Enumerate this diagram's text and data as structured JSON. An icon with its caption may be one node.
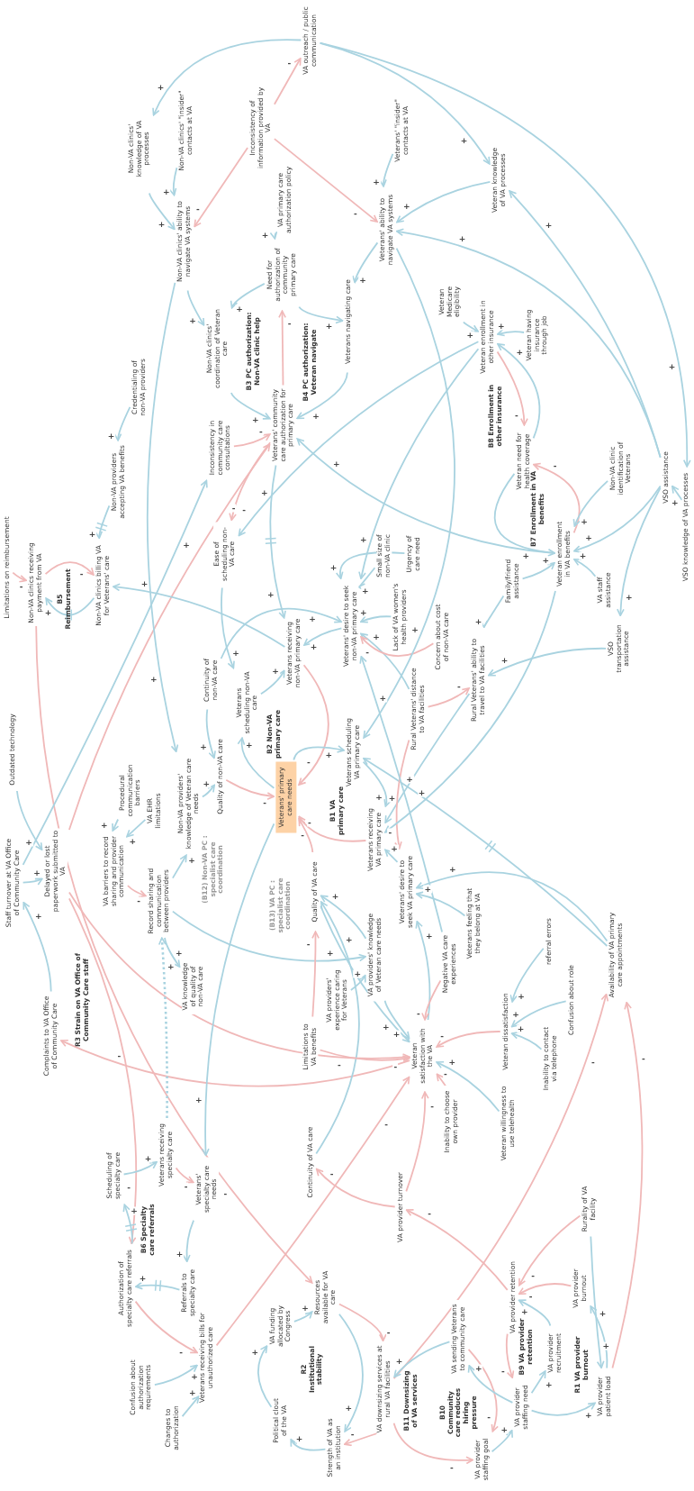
{
  "diagram": {
    "nodes": [
      {
        "text": [
          "VA outreach / public communication"
        ]
      },
      {
        "text": [
          "Inconsistency of information provided by VA"
        ]
      },
      {
        "text": [
          "Non-VA clinics' \"insider\" contacts at VA"
        ]
      },
      {
        "text": [
          "Non-VA clinics' knowledge of VA processes"
        ]
      },
      {
        "text": [
          "Veterans' \"insider\" contacts at VA"
        ]
      },
      {
        "text": [
          "Veteran knowledge of VA processes"
        ]
      },
      {
        "text": [
          "VA primary care authorization policy"
        ]
      },
      {
        "text": [
          "Veterans' ability to navigate VA systems"
        ]
      },
      {
        "text": [
          "Non-VA clinics' ability to navigate VA systems"
        ]
      },
      {
        "text": [
          "Need for authorization of community primary care"
        ]
      },
      {
        "text": [
          "Veterans navigating care"
        ]
      },
      {
        "text": [
          "Veteran Medicare eligibility"
        ]
      },
      {
        "text": [
          "Veteran having insurance through job"
        ]
      },
      {
        "text": [
          "Veteran enrollment in other insurance"
        ]
      },
      {
        "text": [
          "Non-VA clinics' coordination of Veteran care"
        ]
      },
      {
        "text": [
          "Credentialing of non-VA providers"
        ]
      },
      {
        "text": [
          "Veterans' community care authorization for primary care"
        ]
      },
      {
        "text": [
          "Inconsistency in community care consultations"
        ]
      },
      {
        "text": [
          "Veteran need for health coverage"
        ]
      },
      {
        "text": [
          "Non-VA clinic identification of Veterans"
        ]
      },
      {
        "text": [
          "VSO assistance"
        ]
      },
      {
        "text": [
          "Non-VA providers accepting VA benefits"
        ]
      },
      {
        "text": [
          "VSO knowledge of VA processes"
        ]
      },
      {
        "text": [
          "Limitations on reimbursement"
        ]
      },
      {
        "text": [
          "Non-VA clinics receiving payment from VA"
        ]
      },
      {
        "text": [
          "Non-VA clinics billing VA for Veterans' care"
        ]
      },
      {
        "text": [
          "Ease of scheduling non-VA care"
        ]
      },
      {
        "text": [
          "Small size of non-VA clinic"
        ]
      },
      {
        "text": [
          "Urgency of care need"
        ]
      },
      {
        "text": [
          "Veteran enrollment in VA benefits"
        ]
      },
      {
        "text": [
          "Family/friend assistance"
        ]
      },
      {
        "text": [
          "VA staff assistance"
        ]
      },
      {
        "text": [
          "Lack of VA women's health providers"
        ]
      },
      {
        "text": [
          "Veterans' desire to seek non-VA primary care"
        ]
      },
      {
        "text": [
          "Concern about cost of non-VA care"
        ]
      },
      {
        "text": [
          "VSO transportation assistance"
        ]
      },
      {
        "text": [
          "Veterans receiving non-VA primary care"
        ]
      },
      {
        "text": [
          "Continuity of non-VA care"
        ]
      },
      {
        "text": [
          "Rural Veterans' ability to travel to VA facilities"
        ]
      },
      {
        "text": [
          "Veterans scheduling non-VA care"
        ]
      },
      {
        "text": [
          "Rural Veterans' distance to VA facilities"
        ]
      },
      {
        "text": [
          "Outdated technology"
        ]
      },
      {
        "text": [
          "Veterans scheduling VA primary care"
        ]
      },
      {
        "text": [
          "Quality of non-VA care"
        ]
      },
      {
        "text": [
          "Procedural communication barriers"
        ]
      },
      {
        "text": [
          "Veterans' primary care needs"
        ]
      },
      {
        "text": [
          "Non-VA providers' knowledge of Veteran care needs"
        ]
      },
      {
        "text": [
          "VA EHR limitations"
        ]
      },
      {
        "text": [
          "Veterans receiving VA primary care"
        ]
      },
      {
        "text": [
          "VA barriers to record sharing and provider communication"
        ]
      },
      {
        "text": [
          "Delayed or lost paperwork submitted to VA"
        ]
      },
      {
        "text": [
          "Staff turnover at VA Office of Community Care"
        ]
      },
      {
        "text": [
          "Quality of VA care"
        ]
      },
      {
        "text": [
          "Veterans' desire to seek VA primary care"
        ]
      },
      {
        "text": [
          "Record sharing and communication between providers"
        ]
      },
      {
        "text": [
          "Veterans feeling that they belong at VA"
        ]
      },
      {
        "text": [
          "referral errors"
        ]
      },
      {
        "text": [
          "VA providers' knowledge of Veteran care needs"
        ]
      },
      {
        "text": [
          "Availability of VA primary care appointments"
        ]
      },
      {
        "text": [
          "Negative VA care experiences"
        ]
      },
      {
        "text": [
          "VA knowledge of quality of non-VA care"
        ]
      },
      {
        "text": [
          "VA providers' experience caring for Veterans"
        ]
      },
      {
        "text": [
          "Confusion about role"
        ]
      },
      {
        "text": [
          "Veteran dissatisfaction"
        ]
      },
      {
        "text": [
          "Complaints to VA Office of Community Care"
        ]
      },
      {
        "text": [
          "Limitations to VA benefits"
        ]
      },
      {
        "text": [
          "Veteran satisfaction with the VA"
        ]
      },
      {
        "text": [
          "Inability to contact via telephone"
        ]
      },
      {
        "text": [
          "Inability to choose own provider"
        ]
      },
      {
        "text": [
          "Veteran willingness to use telehealth"
        ]
      },
      {
        "text": [
          "Veterans receiving specialty care"
        ]
      },
      {
        "text": [
          "Continuity of VA care"
        ]
      },
      {
        "text": [
          "Scheduling of specialty care"
        ]
      },
      {
        "text": [
          "Veterans' specialty care needs"
        ]
      },
      {
        "text": [
          "VA provider turnover"
        ]
      },
      {
        "text": [
          "Rurality of VA facility"
        ]
      },
      {
        "text": [
          "Authorization of specialty care referrals"
        ]
      },
      {
        "text": [
          "Referrals to specialty care"
        ]
      },
      {
        "text": [
          "VA provider burnout"
        ]
      },
      {
        "text": [
          "Resources available for VA care"
        ]
      },
      {
        "text": [
          "VA provider retention"
        ]
      },
      {
        "text": [
          "VA funding allocated by Congress"
        ]
      },
      {
        "text": [
          "VA sending Veterans to community care"
        ]
      },
      {
        "text": [
          "VA provider recruitment"
        ]
      },
      {
        "text": [
          "Veterans receiving bills for unauthorized care"
        ]
      },
      {
        "text": [
          "Confusion about authorization requirements"
        ]
      },
      {
        "text": [
          "VA downsizing services at rural VA facilities"
        ]
      },
      {
        "text": [
          "VA provider patient load"
        ]
      },
      {
        "text": [
          "VA provider staffing need"
        ]
      },
      {
        "text": [
          "Political clout of the VA"
        ]
      },
      {
        "text": [
          "Changes to authorization"
        ]
      },
      {
        "text": [
          "Strength of VA as an institution"
        ]
      },
      {
        "text": [
          "VA provider staffing goal"
        ]
      }
    ],
    "edges": [
      {
        "from": 0,
        "to": 3,
        "arrow": "to",
        "label": "+"
      },
      {
        "from": 0,
        "to": 5,
        "arrow": "to",
        "label": "+"
      },
      {
        "from": 0,
        "to": 22,
        "arrow": "to",
        "label": "+"
      },
      {
        "from": 1,
        "to": 0,
        "arrow": "to",
        "label": "-",
        "color": "#f0b8b8"
      },
      {
        "from": 1,
        "to": 8,
        "arrow": "to",
        "label": "-",
        "color": "#f0b8b8"
      },
      {
        "from": 1,
        "to": 7,
        "arrow": "to",
        "label": "-",
        "color": "#f0b8b8"
      },
      {
        "from": 3,
        "to": 8,
        "arrow": "to",
        "label": "+"
      },
      {
        "from": 2,
        "to": 8,
        "arrow": "to",
        "label": "+"
      },
      {
        "from": 4,
        "to": 7,
        "arrow": "to",
        "label": "+"
      },
      {
        "from": 5,
        "to": 7,
        "arrow": "to",
        "label": "+"
      },
      {
        "from": 20,
        "to": 7,
        "arrow": "to",
        "label": "+"
      },
      {
        "from": 20,
        "to": 5,
        "arrow": "to",
        "label": "+"
      },
      {
        "from": 6,
        "to": 9,
        "arrow": "to",
        "label": "+"
      },
      {
        "from": 8,
        "to": 14,
        "arrow": "to",
        "label": "+"
      },
      {
        "from": 9,
        "to": 14,
        "arrow": "to",
        "label": "+"
      },
      {
        "from": 9,
        "to": 10,
        "arrow": "to",
        "label": "+"
      },
      {
        "from": 7,
        "to": 10,
        "arrow": "to",
        "label": "+"
      },
      {
        "from": 14,
        "to": 16,
        "arrow": "to",
        "label": "+"
      },
      {
        "from": 10,
        "to": 16,
        "arrow": "to",
        "label": "+"
      },
      {
        "from": 16,
        "to": 9,
        "arrow": "to",
        "label": "-",
        "color": "#f0b8b8"
      },
      {
        "from": 17,
        "to": 16,
        "arrow": "to",
        "label": "-",
        "color": "#f0b8b8"
      },
      {
        "from": 50,
        "to": 16,
        "arrow": "to",
        "label": "-",
        "color": "#f0b8b8"
      },
      {
        "from": 29,
        "to": 16,
        "arrow": "to",
        "label": "+"
      },
      {
        "from": 8,
        "to": 46,
        "arrow": "to",
        "label": "+"
      },
      {
        "from": 15,
        "to": 21,
        "arrow": "to",
        "label": "+"
      },
      {
        "from": 21,
        "to": 25,
        "arrow": "to",
        "label": "+"
      },
      {
        "from": 11,
        "to": 13,
        "arrow": "to",
        "label": "+"
      },
      {
        "from": 12,
        "to": 13,
        "arrow": "to",
        "label": "+"
      },
      {
        "from": 13,
        "to": 18,
        "arrow": "to",
        "label": "-",
        "color": "#f0b8b8"
      },
      {
        "from": 18,
        "to": 13,
        "arrow": "to",
        "label": "+"
      },
      {
        "from": 18,
        "to": 29,
        "arrow": "to",
        "label": "+"
      },
      {
        "from": 29,
        "to": 18,
        "arrow": "to",
        "label": "-",
        "color": "#f0b8b8"
      },
      {
        "from": 13,
        "to": 33,
        "arrow": "to",
        "label": "+"
      },
      {
        "from": 13,
        "to": 26,
        "arrow": "to",
        "label": "+"
      },
      {
        "from": 30,
        "to": 29,
        "arrow": "to",
        "label": "+"
      },
      {
        "from": 31,
        "to": 29,
        "arrow": "to",
        "label": "+"
      },
      {
        "from": 20,
        "to": 29,
        "arrow": "to",
        "label": "+"
      },
      {
        "from": 19,
        "to": 29,
        "arrow": "to",
        "label": "+"
      },
      {
        "from": 20,
        "to": 35,
        "arrow": "to",
        "label": "+"
      },
      {
        "from": 22,
        "to": 20,
        "arrow": "to",
        "label": "+"
      },
      {
        "from": 30,
        "to": 38,
        "arrow": "to",
        "label": "+"
      },
      {
        "from": 35,
        "to": 38,
        "arrow": "to",
        "label": "+"
      },
      {
        "from": 40,
        "to": 38,
        "arrow": "to",
        "label": "-",
        "color": "#f0b8b8"
      },
      {
        "from": 38,
        "to": 48,
        "arrow": "to",
        "label": "+"
      },
      {
        "from": 40,
        "to": 33,
        "arrow": "to",
        "label": "+"
      },
      {
        "from": 34,
        "to": 33,
        "arrow": "to",
        "label": "-",
        "color": "#f0b8b8"
      },
      {
        "from": 32,
        "to": 33,
        "arrow": "to",
        "label": "+"
      },
      {
        "from": 28,
        "to": 33,
        "arrow": "to",
        "label": "+"
      },
      {
        "from": 27,
        "to": 33,
        "arrow": "to",
        "label": "+"
      },
      {
        "from": 37,
        "to": 33,
        "arrow": "to",
        "label": "+"
      },
      {
        "from": 33,
        "to": 36,
        "arrow": "to",
        "label": "+"
      },
      {
        "from": 39,
        "to": 36,
        "arrow": "to",
        "label": "+"
      },
      {
        "from": 26,
        "to": 39,
        "arrow": "to",
        "label": "+"
      },
      {
        "from": 16,
        "to": 36,
        "arrow": "to",
        "label": "+"
      },
      {
        "from": 36,
        "to": 25,
        "arrow": "to",
        "label": "+"
      },
      {
        "from": 36,
        "to": 45,
        "arrow": "to",
        "label": "-",
        "color": "#f0b8b8"
      },
      {
        "from": 45,
        "to": 39,
        "arrow": "to",
        "label": "+"
      },
      {
        "from": 43,
        "to": 45,
        "arrow": "to",
        "label": "-",
        "color": "#f0b8b8"
      },
      {
        "from": 37,
        "to": 43,
        "arrow": "to",
        "label": "+"
      },
      {
        "from": 25,
        "to": 24,
        "arrow": "to",
        "label": "+"
      },
      {
        "from": 24,
        "to": 25,
        "arrow": "to",
        "label": "-",
        "color": "#f0b8b8"
      },
      {
        "from": 23,
        "to": 24,
        "arrow": "to",
        "label": "-",
        "color": "#f0b8b8"
      },
      {
        "from": 24,
        "to": 79,
        "arrow": "to",
        "label": "-",
        "color": "#f0b8b8"
      },
      {
        "from": 51,
        "to": 50,
        "arrow": "to",
        "label": "+"
      },
      {
        "from": 41,
        "to": 50,
        "arrow": "to",
        "label": "+"
      },
      {
        "from": 64,
        "to": 51,
        "arrow": "to",
        "label": "+"
      },
      {
        "from": 66,
        "to": 64,
        "arrow": "to",
        "label": "-",
        "color": "#f0b8b8"
      },
      {
        "from": 50,
        "to": 66,
        "arrow": "to",
        "label": "-",
        "color": "#f0b8b8"
      },
      {
        "from": 50,
        "to": 76,
        "arrow": "to",
        "label": "-",
        "color": "#f0b8b8"
      },
      {
        "from": 51,
        "to": 17,
        "arrow": "to",
        "label": "+"
      },
      {
        "from": 76,
        "to": 84,
        "arrow": "to",
        "label": "-",
        "color": "#f0b8b8"
      },
      {
        "from": 85,
        "to": 84,
        "arrow": "to",
        "label": "+"
      },
      {
        "from": 90,
        "to": 84,
        "arrow": "to",
        "label": "+"
      },
      {
        "from": 77,
        "to": 76,
        "arrow": "to",
        "label": "+"
      },
      {
        "from": 76,
        "to": 72,
        "arrow": "to",
        "label": "+"
      },
      {
        "from": 72,
        "to": 70,
        "arrow": "to",
        "label": "+"
      },
      {
        "from": 70,
        "to": 73,
        "arrow": "to",
        "label": "-",
        "color": "#f0b8b8"
      },
      {
        "from": 73,
        "to": 77,
        "arrow": "to",
        "label": "+"
      },
      {
        "from": 45,
        "to": 73,
        "arrow": "to",
        "label": "+"
      },
      {
        "from": 70,
        "to": 54,
        "arrow": "to",
        "label": "+",
        "style": "dashed"
      },
      {
        "from": 54,
        "to": 46,
        "arrow": "to",
        "label": "+"
      },
      {
        "from": 54,
        "to": 60,
        "arrow": "to",
        "label": "+"
      },
      {
        "from": 54,
        "to": 57,
        "arrow": "to",
        "label": "+"
      },
      {
        "from": 49,
        "to": 54,
        "arrow": "to",
        "label": "-",
        "color": "#f0b8b8"
      },
      {
        "from": 44,
        "to": 49,
        "arrow": "to",
        "label": "+"
      },
      {
        "from": 47,
        "to": 49,
        "arrow": "to",
        "label": "+"
      },
      {
        "from": 46,
        "to": 43,
        "arrow": "to",
        "label": "+"
      },
      {
        "from": 52,
        "to": 45,
        "arrow": "to",
        "label": "-",
        "color": "#f0b8b8"
      },
      {
        "from": 48,
        "to": 45,
        "arrow": "to",
        "label": "-",
        "color": "#f0b8b8"
      },
      {
        "from": 45,
        "to": 42,
        "arrow": "to",
        "label": "+"
      },
      {
        "from": 42,
        "to": 48,
        "arrow": "to",
        "label": "+"
      },
      {
        "from": 53,
        "to": 48,
        "arrow": "to",
        "label": "+"
      },
      {
        "from": 52,
        "to": 66,
        "arrow": "to",
        "label": "+"
      },
      {
        "from": 55,
        "to": 53,
        "arrow": "to",
        "label": "+"
      },
      {
        "from": 66,
        "to": 53,
        "arrow": "to",
        "label": "+"
      },
      {
        "from": 58,
        "to": 53,
        "arrow": "to",
        "label": "+"
      },
      {
        "from": 58,
        "to": 42,
        "arrow": "to",
        "label": "+"
      },
      {
        "from": 40,
        "to": 53,
        "arrow": "to",
        "label": "-",
        "color": "#f0b8b8"
      },
      {
        "from": 59,
        "to": 33,
        "arrow": "to",
        "label": "+"
      },
      {
        "from": 59,
        "to": 66,
        "arrow": "to",
        "label": "-",
        "color": "#f0b8b8"
      },
      {
        "from": 57,
        "to": 52,
        "arrow": "to",
        "label": "+"
      },
      {
        "from": 61,
        "to": 57,
        "arrow": "to",
        "label": "+"
      },
      {
        "from": 71,
        "to": 52,
        "arrow": "to",
        "label": "+"
      },
      {
        "from": 65,
        "to": 52,
        "arrow": "to",
        "label": "-",
        "color": "#f0b8b8"
      },
      {
        "from": 65,
        "to": 66,
        "arrow": "to",
        "label": "-",
        "color": "#f0b8b8"
      },
      {
        "from": 74,
        "to": 71,
        "arrow": "to",
        "label": "-",
        "color": "#f0b8b8"
      },
      {
        "from": 74,
        "to": 66,
        "arrow": "to",
        "label": "-",
        "color": "#f0b8b8"
      },
      {
        "from": 80,
        "to": 74,
        "arrow": "to",
        "label": "-",
        "color": "#f0b8b8"
      },
      {
        "from": 68,
        "to": 66,
        "arrow": "to",
        "label": "-",
        "color": "#f0b8b8"
      },
      {
        "from": 69,
        "to": 66,
        "arrow": "to",
        "label": "+"
      },
      {
        "from": 63,
        "to": 66,
        "arrow": "to",
        "label": "-",
        "color": "#f0b8b8"
      },
      {
        "from": 56,
        "to": 63,
        "arrow": "to",
        "label": "+"
      },
      {
        "from": 62,
        "to": 63,
        "arrow": "to",
        "label": "+"
      },
      {
        "from": 67,
        "to": 63,
        "arrow": "to",
        "label": "+"
      },
      {
        "from": 57,
        "to": 66,
        "arrow": "to",
        "label": "+"
      },
      {
        "from": 84,
        "to": 66,
        "arrow": "to",
        "label": "-",
        "color": "#f0b8b8"
      },
      {
        "from": 86,
        "to": 58,
        "arrow": "to",
        "label": "-",
        "color": "#f0b8b8"
      },
      {
        "from": 87,
        "to": 58,
        "arrow": "to",
        "label": "-",
        "color": "#f0b8b8"
      },
      {
        "from": 75,
        "to": 80,
        "arrow": "to",
        "label": "-",
        "color": "#f0b8b8"
      },
      {
        "from": 75,
        "to": 87,
        "arrow": "to",
        "label": "+"
      },
      {
        "from": 78,
        "to": 80,
        "arrow": "to",
        "label": "-",
        "color": "#f0b8b8"
      },
      {
        "from": 87,
        "to": 78,
        "arrow": "to",
        "label": "+"
      },
      {
        "from": 88,
        "to": 87,
        "arrow": "to",
        "label": "+"
      },
      {
        "from": 80,
        "to": 88,
        "arrow": "to",
        "label": "-",
        "color": "#f0b8b8"
      },
      {
        "from": 83,
        "to": 80,
        "arrow": "to",
        "label": "+"
      },
      {
        "from": 88,
        "to": 83,
        "arrow": "to",
        "label": "+"
      },
      {
        "from": 92,
        "to": 88,
        "arrow": "to",
        "label": "+"
      },
      {
        "from": 82,
        "to": 92,
        "arrow": "to",
        "label": "-",
        "color": "#f0b8b8"
      },
      {
        "from": 88,
        "to": 82,
        "arrow": "to",
        "label": "+"
      },
      {
        "from": 82,
        "to": 86,
        "arrow": "to",
        "label": "+"
      },
      {
        "from": 86,
        "to": 92,
        "arrow": "to",
        "label": "-",
        "color": "#f0b8b8"
      },
      {
        "from": 86,
        "to": 91,
        "arrow": "to",
        "label": "-",
        "color": "#f0b8b8"
      },
      {
        "from": 79,
        "to": 86,
        "arrow": "to",
        "label": "-",
        "color": "#f0b8b8"
      },
      {
        "from": 79,
        "to": 91,
        "arrow": "to",
        "label": "+"
      },
      {
        "from": 91,
        "to": 89,
        "arrow": "to",
        "label": "+"
      },
      {
        "from": 89,
        "to": 81,
        "arrow": "to",
        "label": "+"
      },
      {
        "from": 81,
        "to": 79,
        "arrow": "to",
        "label": "+"
      },
      {
        "from": 7,
        "to": 42,
        "arrow": "to",
        "label": "+"
      },
      {
        "from": 29,
        "to": 48,
        "arrow": "to",
        "label": "+"
      },
      {
        "from": 16,
        "to": 26,
        "arrow": "to",
        "label": "-",
        "color": "#f0b8b8"
      }
    ],
    "labels": [
      "B3 PC authorization: Non-VA clinic help",
      "B4 PC authorization: Veteran navigate",
      "B8 Enrollment in other insurance",
      "B7 Enrollment in VA benefits",
      "B5 Reimbursement",
      "B2 Non-VA primary care",
      "B1 VA primary care",
      "(B12) Non-VA PC : specialist care coordination",
      "(B13) VA PC : specialist care coordination",
      "R3 Strain on VA Office of Community Care staff",
      "B6 Specialty care referrals",
      "R2 Institutional stability",
      "B11 Downsizing of VA services",
      "B10 Community care reduces hiring pressure",
      "B9 VA provider retention",
      "R1 VA provider burnout"
    ]
  }
}
